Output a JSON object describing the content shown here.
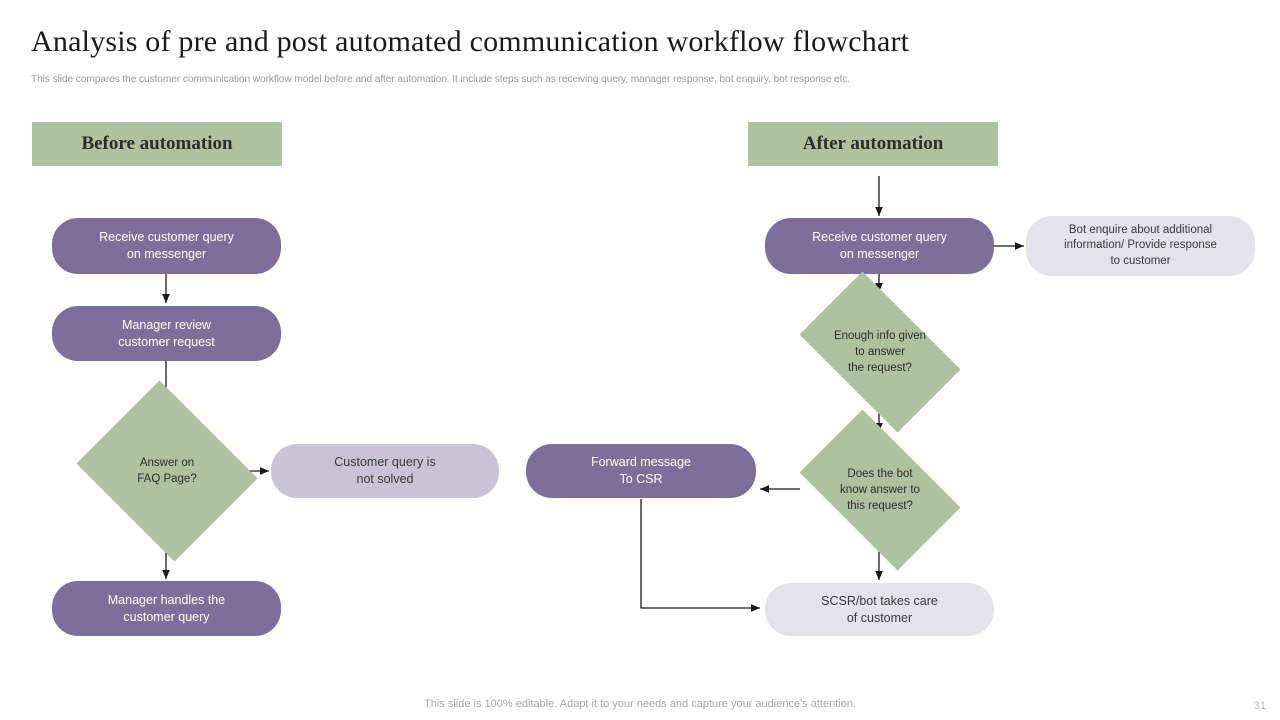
{
  "header": {
    "title": "Analysis of pre and post automated communication workflow flowchart",
    "subtitle": "This slide compares the customer communication workflow model before and after automation. It include steps such as receiving query, manager response, bot enquiry, bot response etc."
  },
  "sections": {
    "before": {
      "banner_label": "Before automation"
    },
    "after": {
      "banner_label": "After automation"
    }
  },
  "before_flow": {
    "nodes": [
      {
        "id": "receive-query",
        "label": "Receive  customer query\non messenger",
        "shape": "pill",
        "style": "purple"
      },
      {
        "id": "manager-review",
        "label": "Manager  review\ncustomer request",
        "shape": "pill",
        "style": "purple"
      },
      {
        "id": "answer-faq",
        "label": "Answer on\nFAQ Page?",
        "shape": "diamond",
        "style": "green"
      },
      {
        "id": "query-not-solved",
        "label": "Customer query is\nnot solved",
        "shape": "pill",
        "style": "lavender"
      },
      {
        "id": "manager-handles",
        "label": "Manager handles the\ncustomer query",
        "shape": "pill",
        "style": "purple"
      }
    ]
  },
  "after_flow": {
    "nodes": [
      {
        "id": "receive-query",
        "label": "Receive  customer query\non messenger",
        "shape": "pill",
        "style": "purple"
      },
      {
        "id": "bot-enquire",
        "label": "Bot enquire  about additional\ninformation/  Provide  response\nto customer",
        "shape": "pill",
        "style": "pale"
      },
      {
        "id": "enough-info",
        "label": "Enough info  given\nto answer\nthe request?",
        "shape": "diamond",
        "style": "green"
      },
      {
        "id": "bot-knows",
        "label": "Does the bot\nknow answer to\nthis request?",
        "shape": "diamond",
        "style": "green"
      },
      {
        "id": "forward-csr",
        "label": "Forward  message\nTo CSR",
        "shape": "pill",
        "style": "purple"
      },
      {
        "id": "scsr-takes-care",
        "label": "SCSR/bot takes care\nof customer",
        "shape": "pill",
        "style": "pale"
      }
    ]
  },
  "footer": {
    "note": "This slide is 100% editable. Adapt it to your needs and capture your audience's attention.",
    "page_number": "31"
  },
  "colors": {
    "green": "#aec2a0",
    "purple": "#7d6f99",
    "lavender": "#c9c3d8",
    "pale": "#e4e2ea",
    "connector": "#1a1a1a",
    "title": "#1a1a1a",
    "muted": "#9a9a9a"
  }
}
